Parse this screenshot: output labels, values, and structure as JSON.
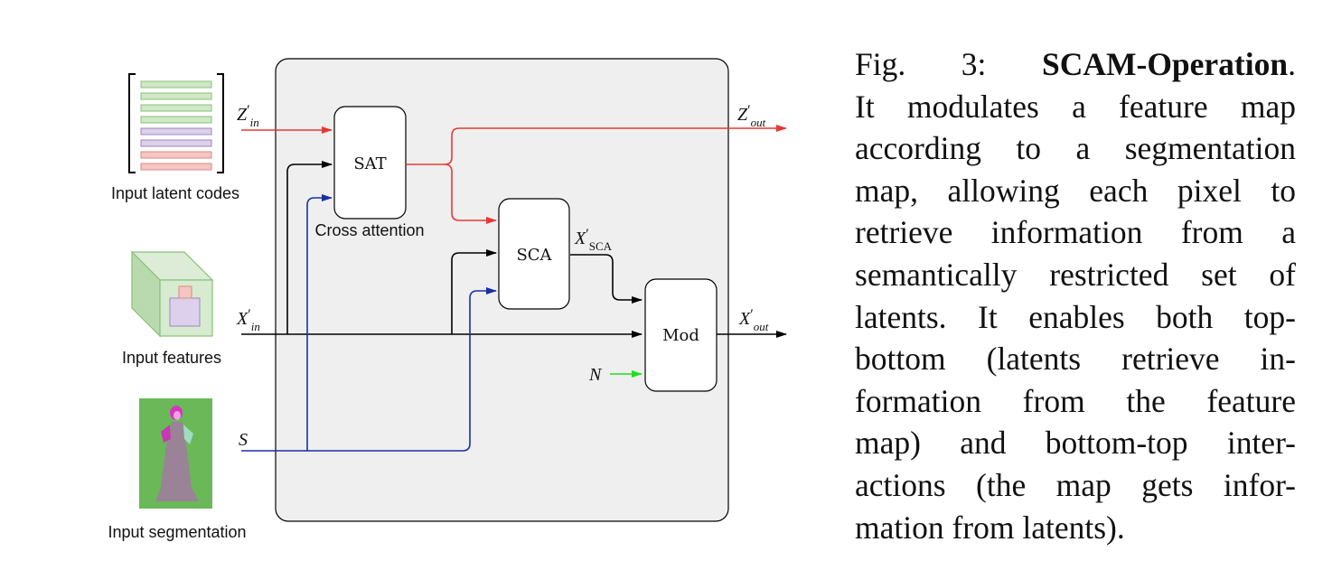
{
  "diagram": {
    "input_latent_label": "Input latent codes",
    "input_features_label": "Input features",
    "input_segmentation_label": "Input segmentation",
    "sat_label": "SAT",
    "sat_caption": "Cross attention",
    "sca_label": "SCA",
    "mod_label": "Mod",
    "z_in": {
      "base": "Z",
      "sub": "in"
    },
    "z_out": {
      "base": "Z",
      "sub": "out"
    },
    "x_in": {
      "base": "X",
      "sub": "in"
    },
    "x_out": {
      "base": "X",
      "sub": "out"
    },
    "x_sca": {
      "base": "X",
      "sub": "SCA"
    },
    "prime": "′",
    "noise_label": "N",
    "seg_label": "S",
    "colors": {
      "latent_lines": "#e53935",
      "feature_lines": "#000000",
      "segmentation_lines": "#1a2fa8",
      "noise_line": "#22dd22",
      "panel_fill": "#efefef"
    }
  },
  "caption": {
    "fig_label": "Fig. 3:",
    "title": "SCAM-Operation",
    "title_end": ".",
    "lines": [
      "It modulates a feature map",
      "according to a segmentation",
      "map, allowing each pixel to",
      "retrieve information from a",
      "semantically restricted set of",
      "latents. It enables both top-",
      "bottom (latents retrieve in-",
      "formation from the feature",
      "map) and bottom-top inter-",
      "actions (the map gets infor-",
      "mation from latents)."
    ]
  }
}
